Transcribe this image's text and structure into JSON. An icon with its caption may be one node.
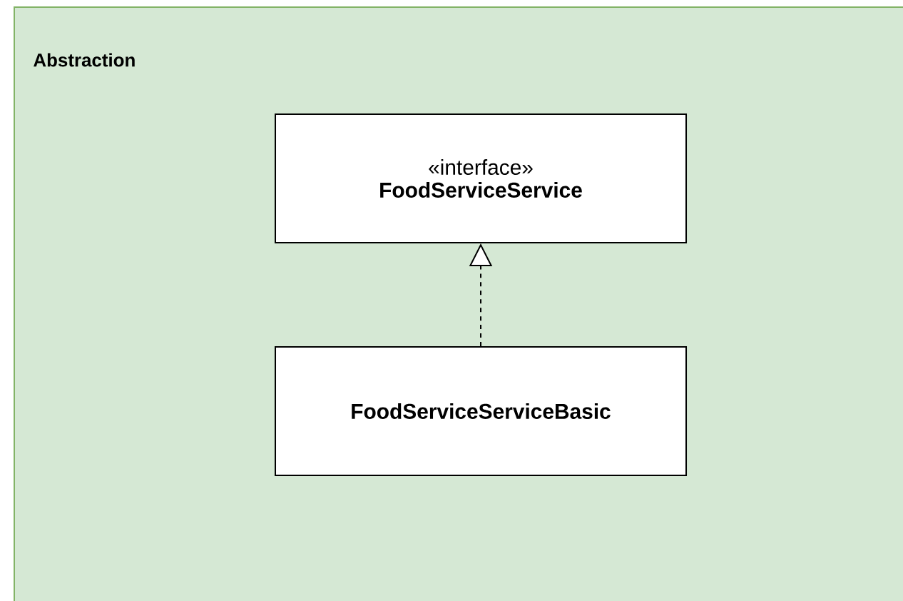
{
  "diagram": {
    "nodes": [
      {
        "text": [
          "Abstraction"
        ]
      },
      {
        "text": [
          "«interface»",
          "FoodServiceService"
        ],
        "in": 0
      },
      {
        "text": [
          "FoodServiceServiceBasic"
        ],
        "in": 0
      }
    ],
    "edges": [
      {
        "from": 2,
        "to": 1,
        "arrow": "to",
        "style": "dashed"
      }
    ]
  }
}
